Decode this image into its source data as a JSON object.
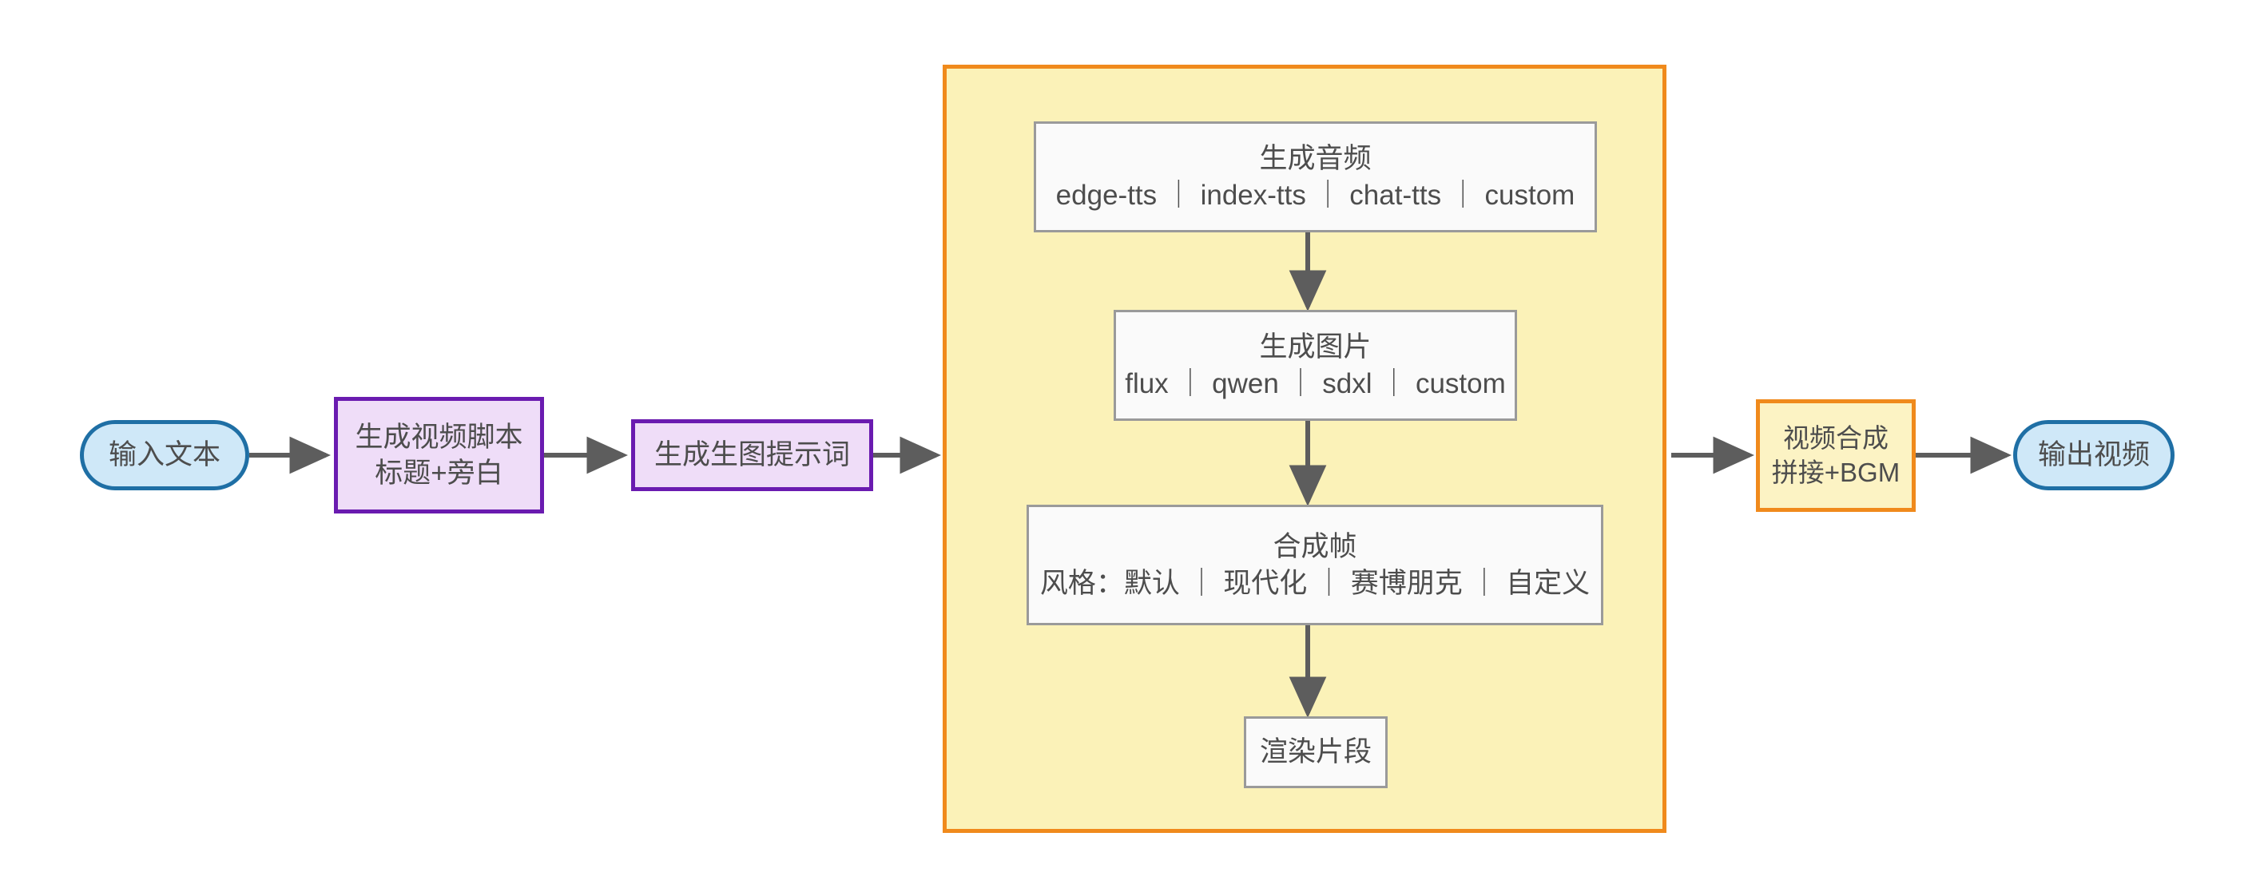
{
  "diagram": {
    "type": "flowchart",
    "direction": "left-to-right",
    "background": "#ffffff",
    "colors": {
      "terminal_fill": "#cfe8f8",
      "terminal_stroke": "#1f6fa5",
      "process_fill": "#efddf8",
      "process_stroke": "#6a1bb0",
      "subgraph_fill": "#fbf2b8",
      "subgraph_stroke": "#f08a1c",
      "plain_fill": "#fafafa",
      "plain_stroke": "#9a9a9a",
      "edge_stroke": "#5d5d5d",
      "text": "#4d4d4d"
    }
  },
  "nodes": {
    "input_text": {
      "label": "输入文本"
    },
    "gen_script": {
      "line1": "生成视频脚本",
      "line2": "标题+旁白"
    },
    "gen_prompt": {
      "label": "生成生图提示词"
    },
    "gen_audio": {
      "line1": "生成音频",
      "line2": "edge-tts ｜ index-tts ｜ chat-tts ｜ custom"
    },
    "gen_image": {
      "line1": "生成图片",
      "line2": "flux ｜ qwen ｜ sdxl ｜ custom"
    },
    "compose_frame": {
      "line1": "合成帧",
      "line2": "风格：默认 ｜ 现代化 ｜ 赛博朋克 ｜ 自定义"
    },
    "render_clip": {
      "label": "渲染片段"
    },
    "video_merge": {
      "line1": "视频合成",
      "line2": "拼接+BGM"
    },
    "output_video": {
      "label": "输出视频"
    }
  },
  "edges": [
    {
      "from": "input_text",
      "to": "gen_script"
    },
    {
      "from": "gen_script",
      "to": "gen_prompt"
    },
    {
      "from": "gen_prompt",
      "to": "clip_pipeline"
    },
    {
      "from": "gen_audio",
      "to": "gen_image"
    },
    {
      "from": "gen_image",
      "to": "compose_frame"
    },
    {
      "from": "compose_frame",
      "to": "render_clip"
    },
    {
      "from": "clip_pipeline",
      "to": "video_merge"
    },
    {
      "from": "video_merge",
      "to": "output_video"
    }
  ]
}
